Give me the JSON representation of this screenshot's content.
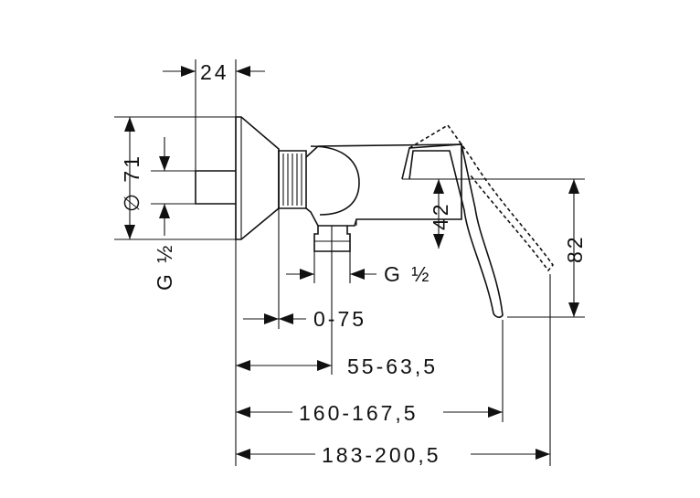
{
  "dimensions": {
    "d24": "24",
    "d71": "∅ 71",
    "g_half_left": "G ½",
    "d42": "42",
    "d82": "82",
    "g_half_right": "G ½",
    "d0_75": "0-75",
    "d55": "55-63,5",
    "d160": "160-167,5",
    "d183": "183-200,5"
  }
}
